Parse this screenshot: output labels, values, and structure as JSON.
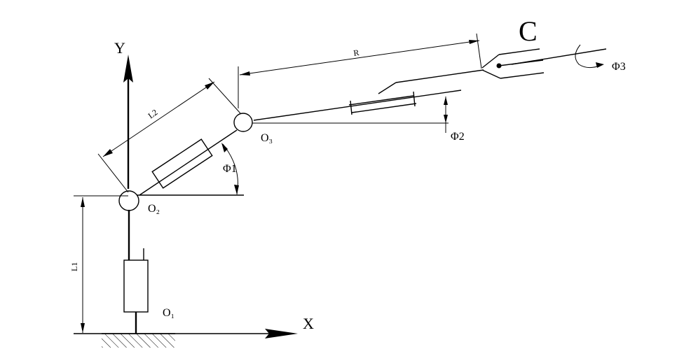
{
  "diagram": {
    "axes": {
      "x": "X",
      "y": "Y"
    },
    "dimensions": {
      "l1": "L1",
      "l2": "L2",
      "r": "R"
    },
    "points": {
      "base_joint": "O₁",
      "shoulder_joint": "O₂",
      "elbow_joint": "O₃",
      "end_effector": "C"
    },
    "angles": {
      "phi1": "Φ1",
      "phi2": "Φ2",
      "phi3": "Φ3"
    }
  }
}
